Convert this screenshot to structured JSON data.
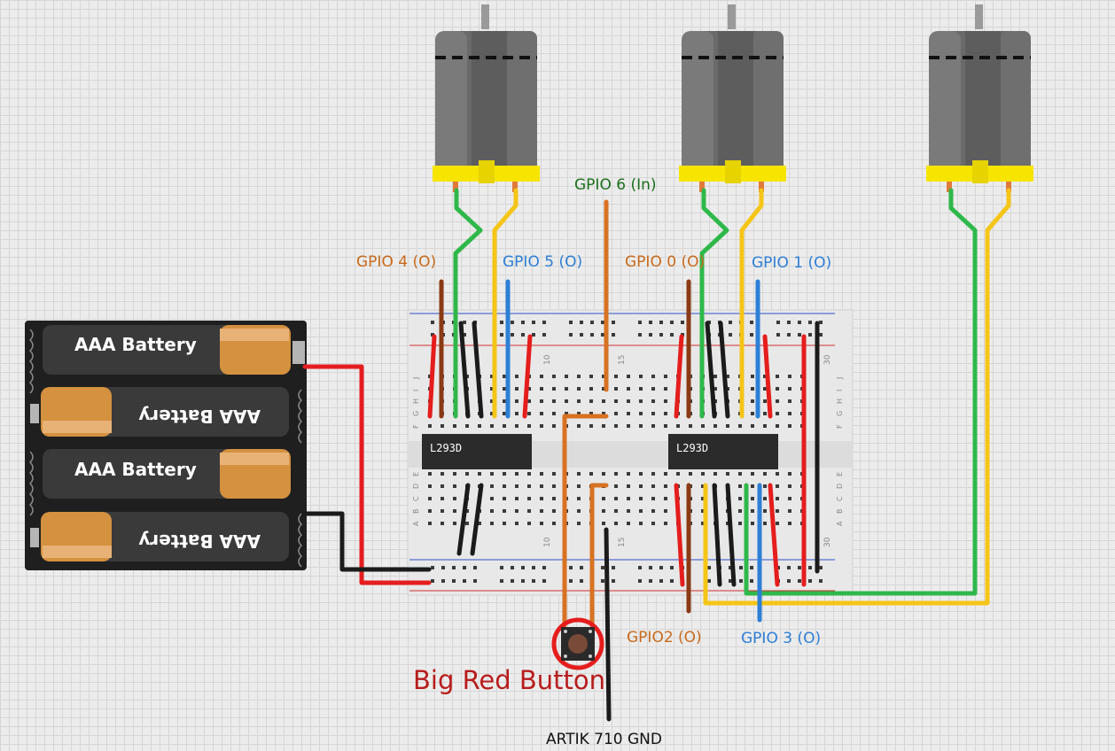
{
  "batteries": [
    {
      "label": "AAA Battery",
      "orientation": "normal"
    },
    {
      "label": "AAA Battery",
      "orientation": "flipped"
    },
    {
      "label": "AAA Battery",
      "orientation": "normal"
    },
    {
      "label": "AAA Battery",
      "orientation": "flipped"
    }
  ],
  "chips": [
    {
      "label": "L293D"
    },
    {
      "label": "L293D"
    }
  ],
  "labels": {
    "gpio6": "GPIO 6 (In)",
    "gpio4": "GPIO 4 (O)",
    "gpio5": "GPIO 5 (O)",
    "gpio0": "GPIO 0 (O)",
    "gpio1": "GPIO 1 (O)",
    "gpio2": "GPIO2 (O)",
    "gpio3": "GPIO 3 (O)",
    "button": "Big Red Button",
    "gnd": "ARTIK 710 GND"
  },
  "breadboard_numbers": {
    "n10a": "10",
    "n15a": "15",
    "n30a": "30",
    "n10b": "10",
    "n15b": "15",
    "n30b": "30"
  },
  "row_letters_top": [
    "J",
    "I",
    "H",
    "G",
    "F"
  ],
  "row_letters_bottom": [
    "E",
    "D",
    "C",
    "B",
    "A"
  ],
  "colors": {
    "red_wire": "#e51d1d",
    "black_wire": "#1b1b1b",
    "green_wire": "#2fb84a",
    "yellow_wire": "#f5c517",
    "blue_wire": "#2d7fd6",
    "orange_wire": "#d87222",
    "brown_wire": "#8a3a14",
    "label_orange": "#c86a1c",
    "label_blue": "#2d7fd6",
    "label_green": "#1b6f1b",
    "label_red": "#b81c1c",
    "motor_body": "#5b5b5b",
    "motor_cap": "#f7e400"
  }
}
